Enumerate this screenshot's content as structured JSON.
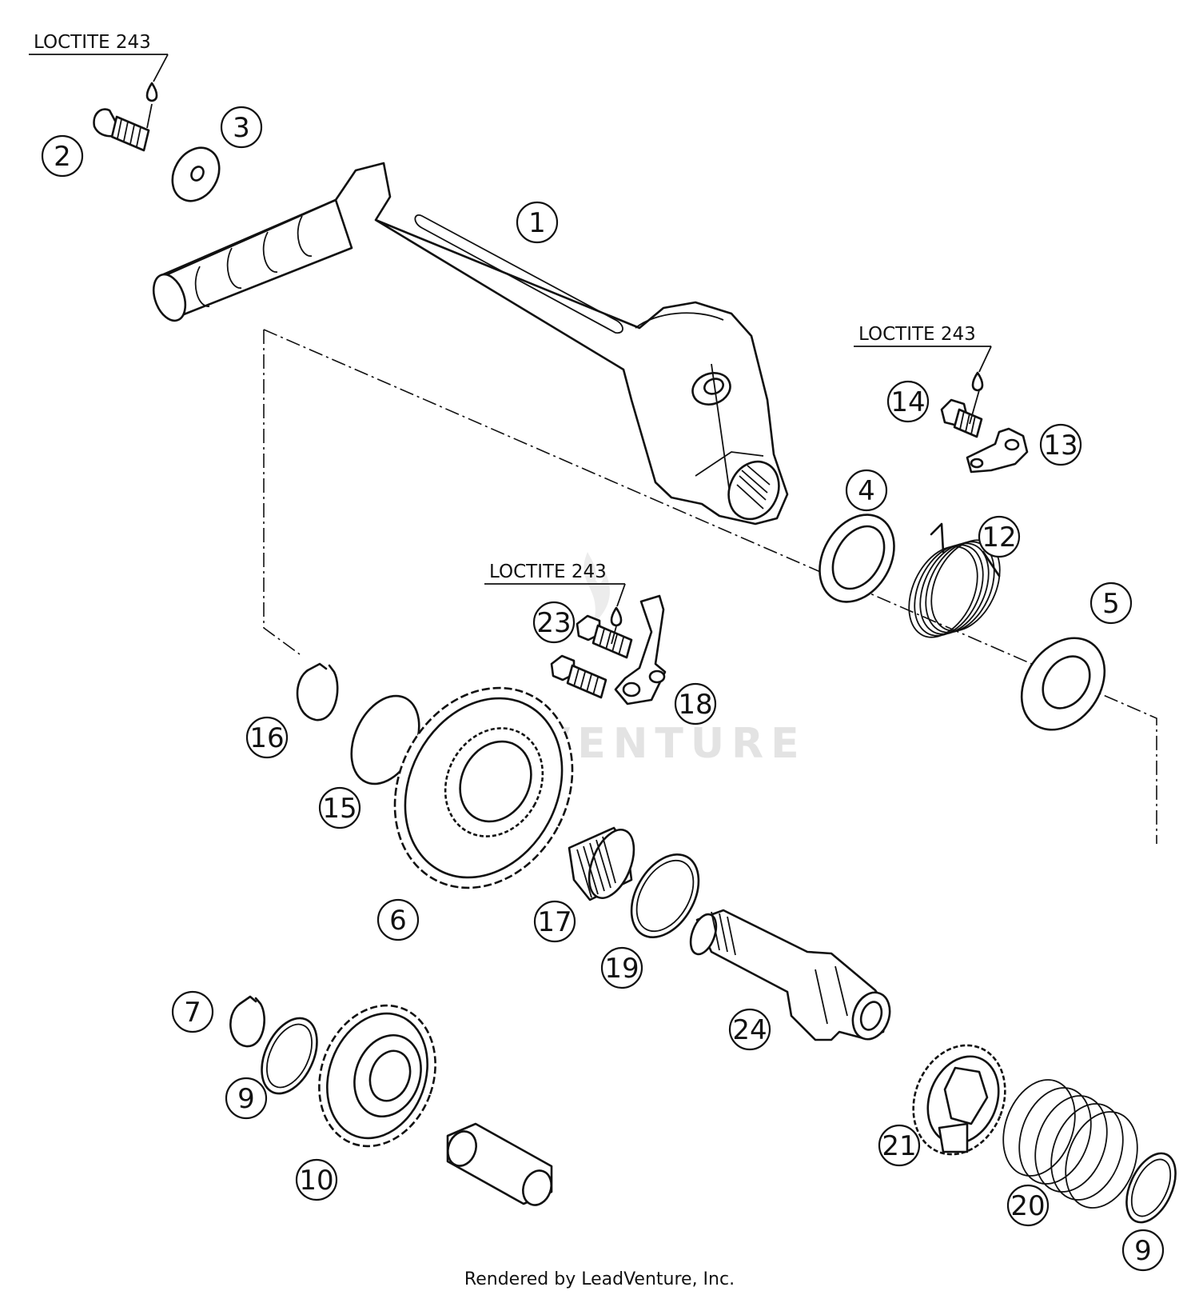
{
  "diagram": {
    "labels": {
      "loctite": [
        "LOCTITE 243",
        "LOCTITE 243",
        "LOCTITE 243"
      ],
      "watermark": "LEADVENTURE",
      "footer": "Rendered by LeadVenture, Inc."
    },
    "callouts": [
      "1",
      "2",
      "3",
      "4",
      "5",
      "6",
      "7",
      "9",
      "9",
      "10",
      "12",
      "13",
      "14",
      "15",
      "16",
      "17",
      "18",
      "19",
      "20",
      "21",
      "23",
      "24"
    ]
  }
}
